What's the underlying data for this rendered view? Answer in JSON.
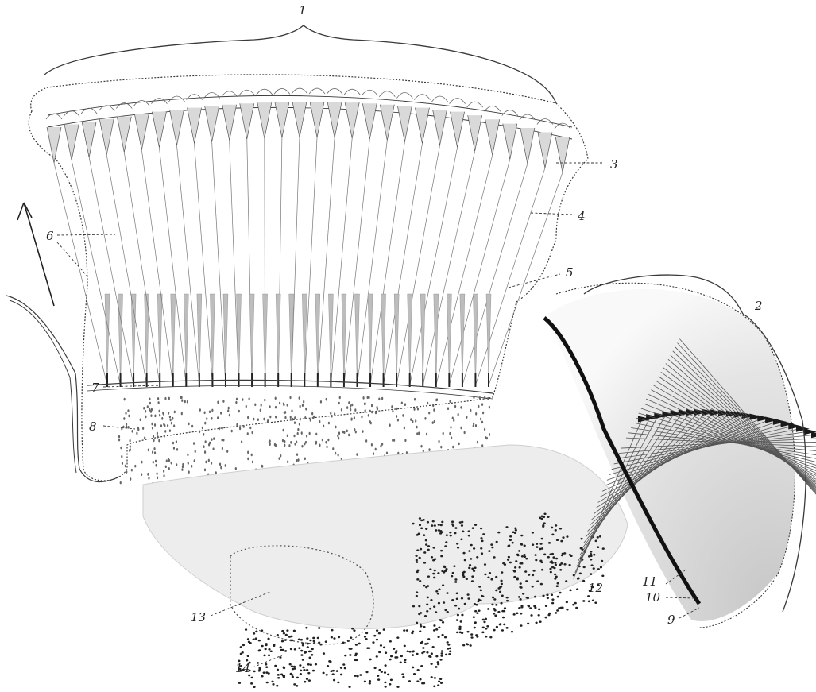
{
  "figure": {
    "labels": [
      {
        "id": "1",
        "text": "1"
      },
      {
        "id": "2",
        "text": "2"
      },
      {
        "id": "3",
        "text": "3"
      },
      {
        "id": "4",
        "text": "4"
      },
      {
        "id": "5",
        "text": "5"
      },
      {
        "id": "6",
        "text": "6"
      },
      {
        "id": "7",
        "text": "7"
      },
      {
        "id": "8",
        "text": "8"
      },
      {
        "id": "9",
        "text": "9"
      },
      {
        "id": "10",
        "text": "10"
      },
      {
        "id": "11",
        "text": "11"
      },
      {
        "id": "12",
        "text": "12"
      },
      {
        "id": "13",
        "text": "13"
      },
      {
        "id": "14",
        "text": "14"
      }
    ]
  }
}
